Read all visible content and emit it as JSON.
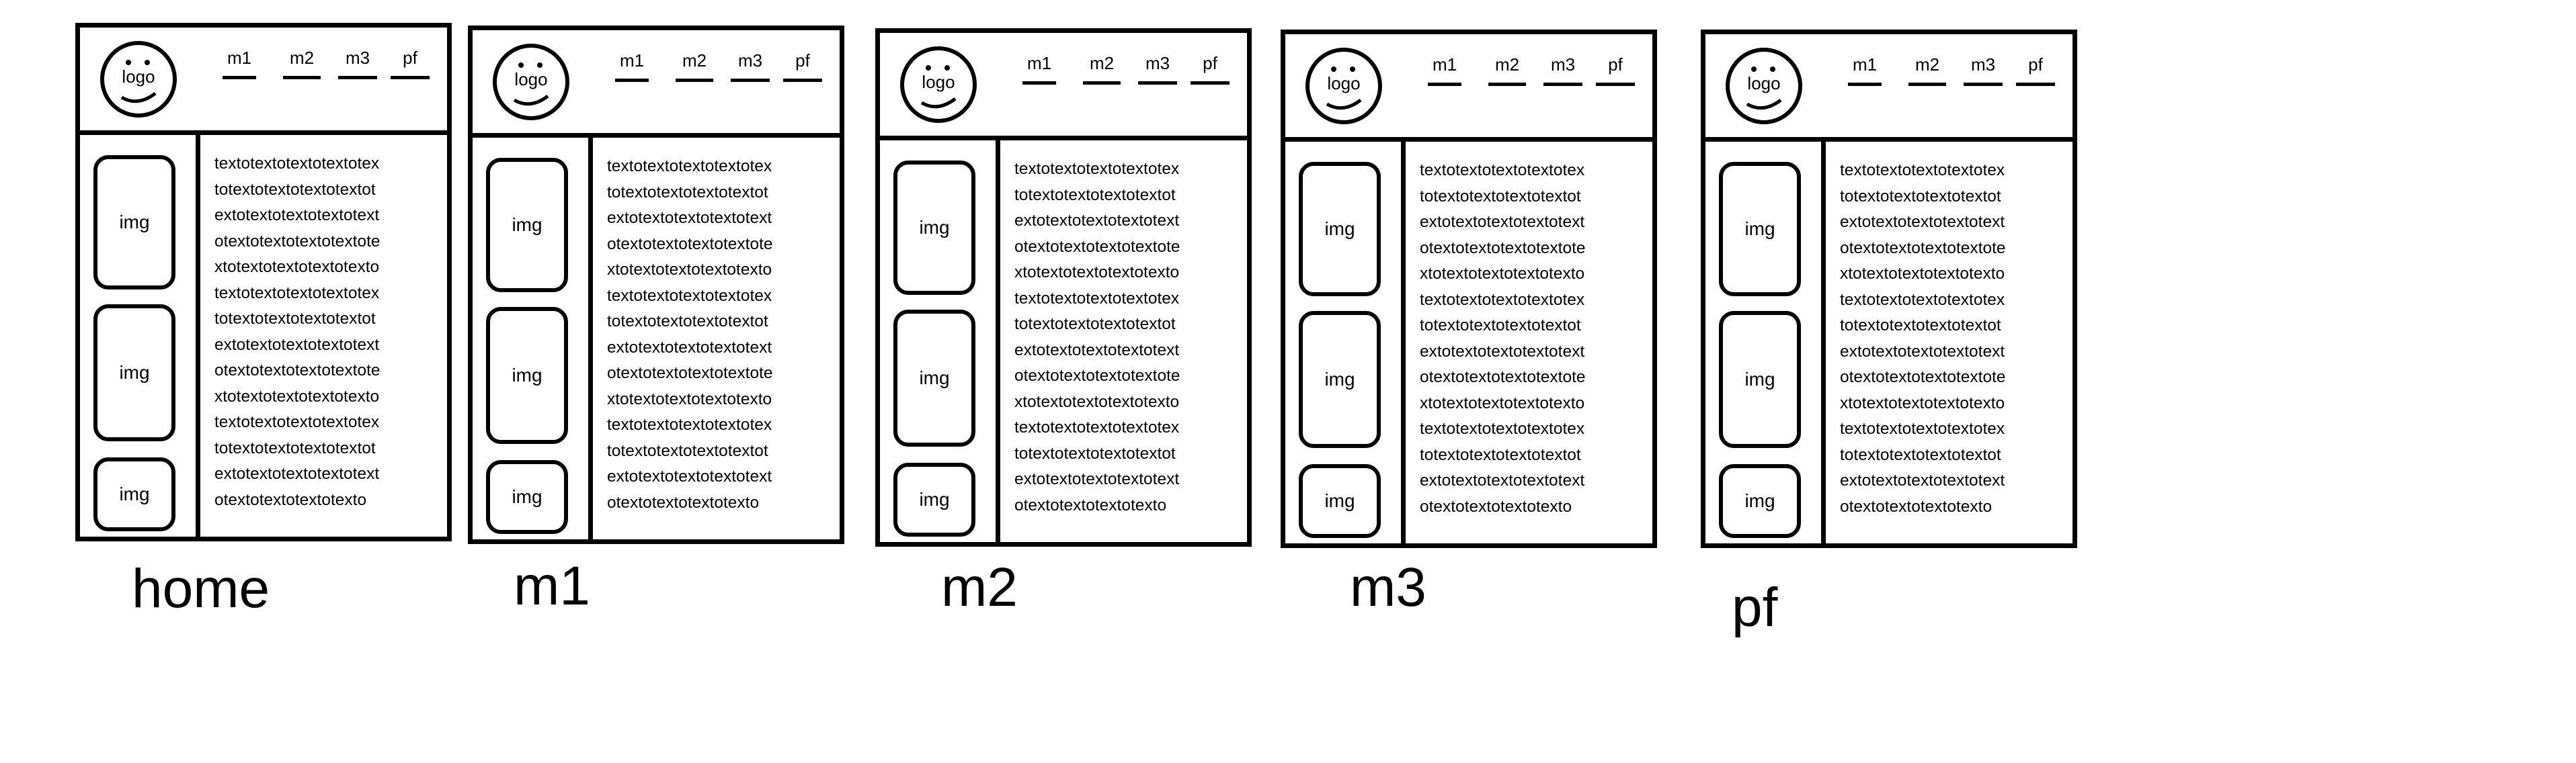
{
  "logo_label": "logo",
  "nav_items": [
    "m1",
    "m2",
    "m3",
    "pf"
  ],
  "img_label": "img",
  "text_lines": [
    "textotextotextotextotex",
    "totextotextotextotextot",
    "extotextotextotextotext",
    "otextotextotextotextote",
    "xtotextotextotextotexto",
    "textotextotextotextotex",
    "totextotextotextotextot",
    "extotextotextotextotext",
    "otextotextotextotextote",
    "xtotextotextotextotexto",
    "textotextotextotextotex",
    "totextotextotextotextot",
    "extotextotextotextotext",
    "otextotextotextotexto"
  ],
  "pages": [
    {
      "caption": "home"
    },
    {
      "caption": "m1"
    },
    {
      "caption": "m2"
    },
    {
      "caption": "m3"
    },
    {
      "caption": "pf"
    }
  ]
}
